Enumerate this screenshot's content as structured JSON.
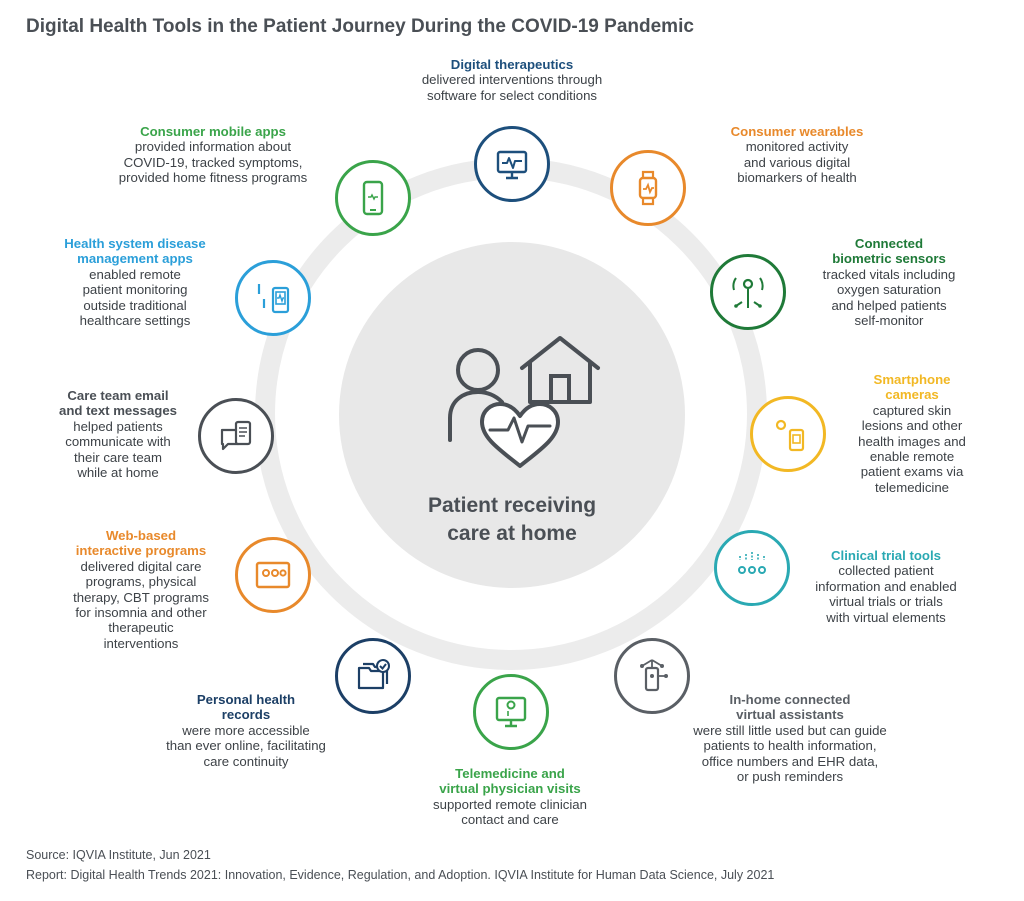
{
  "title": "Digital Health Tools in the Patient Journey During the COVID-19 Pandemic",
  "center": {
    "line1": "Patient receiving",
    "line2": "care at home"
  },
  "colors": {
    "darkblue": "#1d4f7c",
    "orange": "#e8892b",
    "green": "#3aa44a",
    "darkgreen": "#1f7a38",
    "yellow": "#f2b824",
    "teal": "#2aa9b3",
    "lightblue": "#2b9fd9",
    "gray": "#5a5f65",
    "navy": "#1c3f66"
  },
  "nodes": [
    {
      "id": "digital-therapeutics",
      "heading": "Digital therapeutics",
      "body": [
        "delivered interventions through",
        "software for select conditions"
      ],
      "color": "#1d4f7c",
      "icon": "monitor-ekg-icon"
    },
    {
      "id": "consumer-wearables",
      "heading": "Consumer wearables",
      "body": [
        "monitored activity",
        "and various digital",
        "biomarkers of health"
      ],
      "color": "#e8892b",
      "icon": "smartwatch-icon"
    },
    {
      "id": "connected-biometric-sensors",
      "heading": "Connected\nbiometric sensors",
      "body": [
        "tracked vitals including",
        "oxygen saturation",
        "and helped patients",
        "self-monitor"
      ],
      "color": "#1f7a38",
      "icon": "sensor-person-icon"
    },
    {
      "id": "smartphone-cameras",
      "heading": "Smartphone\ncameras",
      "body": [
        "captured skin",
        "lesions and other",
        "health images and",
        "enable remote",
        "patient exams via",
        "telemedicine"
      ],
      "color": "#f2b824",
      "icon": "camera-person-icon"
    },
    {
      "id": "clinical-trial-tools",
      "heading": "Clinical trial tools",
      "body": [
        "collected patient",
        "information and enabled",
        "virtual trials or trials",
        "with virtual elements"
      ],
      "color": "#2aa9b3",
      "icon": "group-people-icon"
    },
    {
      "id": "in-home-assistants",
      "heading": "In-home connected\nvirtual assistants",
      "body": [
        "were still little used but can guide",
        "patients to health information,",
        "office numbers and EHR data,",
        "or push reminders"
      ],
      "color": "#5a5f65",
      "icon": "smart-speaker-icon"
    },
    {
      "id": "telemedicine",
      "heading": "Telemedicine and\nvirtual physician visits",
      "body": [
        "supported remote clinician",
        "contact and care"
      ],
      "color": "#3aa44a",
      "icon": "doctor-screen-icon"
    },
    {
      "id": "personal-health-records",
      "heading": "Personal health\nrecords",
      "body": [
        "were more accessible",
        "than ever online, facilitating",
        "care continuity"
      ],
      "color": "#1c3f66",
      "icon": "folders-check-icon"
    },
    {
      "id": "web-based-programs",
      "heading": "Web-based\ninteractive programs",
      "body": [
        "delivered digital care",
        "programs, physical",
        "therapy, CBT programs",
        "for insomnia and other",
        "therapeutic",
        "interventions"
      ],
      "color": "#e8892b",
      "icon": "video-group-icon"
    },
    {
      "id": "care-team-messages",
      "heading": "Care team email\nand text messages",
      "body": [
        "helped patients",
        "communicate with",
        "their care team",
        "while at home"
      ],
      "color": "#4a4f55",
      "icon": "chat-tablet-icon"
    },
    {
      "id": "disease-management-apps",
      "heading": "Health system disease\nmanagement apps",
      "body": [
        "enabled remote",
        "patient monitoring",
        "outside traditional",
        "healthcare settings"
      ],
      "color": "#2b9fd9",
      "icon": "stethoscope-tablet-icon"
    },
    {
      "id": "consumer-mobile-apps",
      "heading": "Consumer mobile apps",
      "body": [
        "provided information about",
        "COVID-19, tracked symptoms,",
        "provided home fitness programs"
      ],
      "color": "#3aa44a",
      "icon": "phone-heart-icon"
    }
  ],
  "footer": {
    "source": "Source: IQVIA Institute, Jun 2021",
    "report": "Report: Digital Health Trends 2021: Innovation, Evidence, Regulation, and Adoption. IQVIA Institute for Human Data Science, July 2021"
  }
}
